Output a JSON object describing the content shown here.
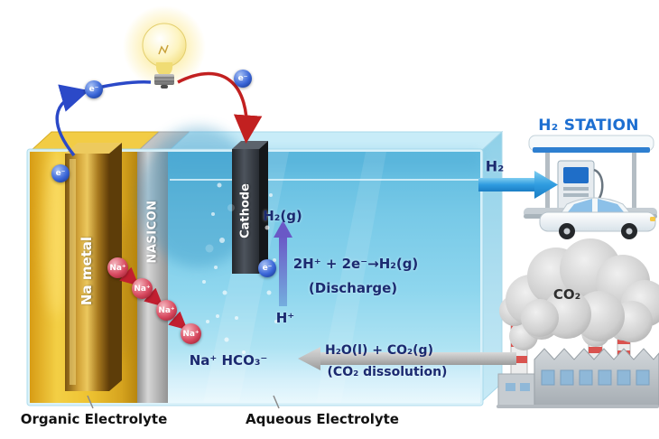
{
  "cell": {
    "na_metal_label": "Na metal",
    "nasicon_label": "NASICON",
    "cathode_label": "Cathode",
    "organic_label": "Organic Electrolyte",
    "aqueous_label": "Aqueous Electrolyte"
  },
  "particles": {
    "electron": "e⁻",
    "sodium_ion": "Na⁺"
  },
  "chemistry": {
    "h2_gas": "H₂(g)",
    "cathode_reaction": "2H⁺ + 2e⁻→H₂(g)",
    "mode": "(Discharge)",
    "proton": "H⁺",
    "bicarbonate": "Na⁺ HCO₃⁻",
    "dissolution_eq": "H₂O(l) + CO₂(g)",
    "dissolution_caption": "(CO₂ dissolution)"
  },
  "external": {
    "h2_output": "H₂",
    "station": "H₂ STATION",
    "co2": "CO₂"
  },
  "colors": {
    "organic_electrolyte": "#e9bc2e",
    "aqueous_electrolyte": "#8ed6ee",
    "nasicon": "#b5b5b5",
    "chem_text": "#1b2a70",
    "station_text": "#1d6fd1",
    "h2_arrow": "#2f9ce0",
    "co2_arrow": "#bcbcbc",
    "electron": "#2d55c8",
    "sodium_ion": "#c22240",
    "wire_positive": "#c22020",
    "wire_negative": "#2b49c8"
  }
}
